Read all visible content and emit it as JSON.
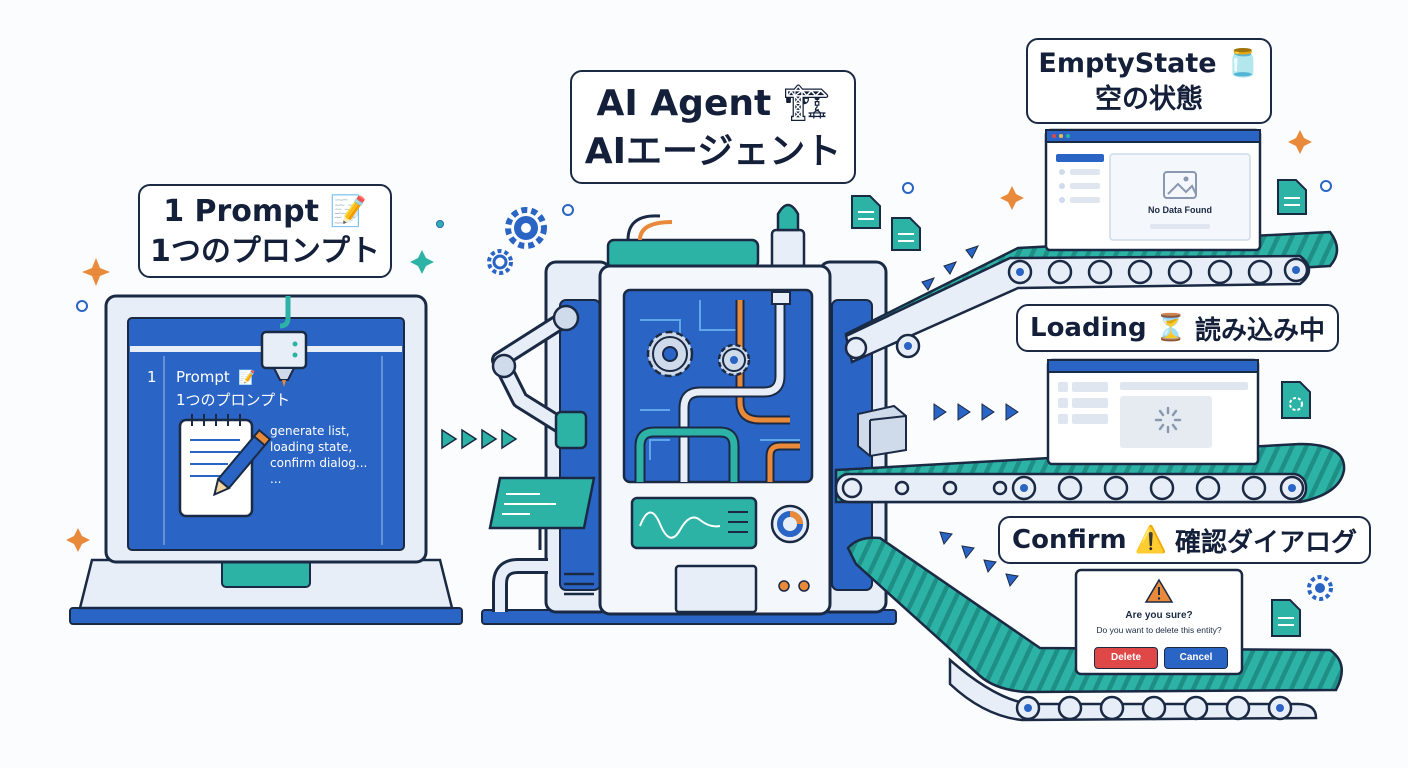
{
  "prompt_label": {
    "line1": "1 Prompt",
    "line1_emoji": "📝",
    "line2": "1つのプロンプト"
  },
  "laptop_screen": {
    "line_number": "1",
    "title": "Prompt",
    "title_emoji": "📝",
    "subtitle": "1つのプロンプト",
    "items": [
      "generate list,",
      "loading state,",
      "confirm dialog...",
      "..."
    ]
  },
  "agent_label": {
    "line1": "AI Agent",
    "line1_emoji": "🏗",
    "line2": "AIエージェント"
  },
  "outputs": {
    "empty_state": {
      "label_en": "EmptyState",
      "label_emoji": "🫙",
      "label_ja": "空の状態",
      "screen_text": "No Data Found"
    },
    "loading": {
      "label_en": "Loading",
      "label_emoji": "⏳",
      "label_ja": "読み込み中"
    },
    "confirm": {
      "label_en": "Confirm",
      "label_emoji": "⚠️",
      "label_ja": "確認ダイアログ",
      "dialog_title": "Are you sure?",
      "dialog_body": "Do you want to delete this entity?",
      "delete_button": "Delete",
      "cancel_button": "Cancel"
    }
  },
  "colors": {
    "navy": "#1b2a44",
    "blue": "#2a64c4",
    "teal": "#2db3a6",
    "orange": "#e98a3a",
    "light": "#e8eef7",
    "red": "#e04848"
  }
}
